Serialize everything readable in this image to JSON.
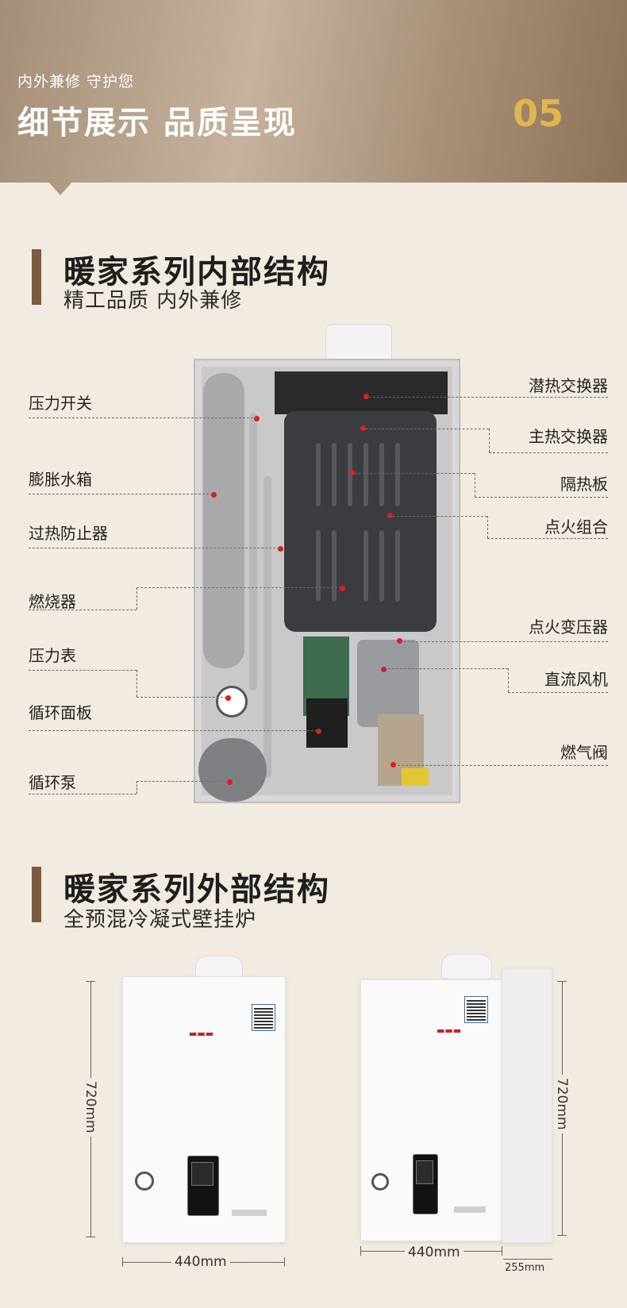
{
  "header": {
    "subtitle": "内外兼修 守护您",
    "title": "细节展示 品质呈现",
    "number": "05"
  },
  "internal": {
    "title": "暖家系列内部结构",
    "subtitle": "精工品质 内外兼修",
    "left_labels": [
      "压力开关",
      "膨胀水箱",
      "过热防止器",
      "燃烧器",
      "压力表",
      "循环面板",
      "循环泵"
    ],
    "right_labels": [
      "潜热交换器",
      "主热交换器",
      "隔热板",
      "点火组合",
      "点火变压器",
      "直流风机",
      "燃气阀"
    ]
  },
  "external": {
    "title": "暖家系列外部结构",
    "subtitle": "全预混冷凝式壁挂炉",
    "height_left": "720mm",
    "width_left": "440mm",
    "height_right": "720mm",
    "width_right": "440mm",
    "depth_right": "255mm"
  },
  "colors": {
    "accent_bar": "#7a5a40",
    "number": "#e0b64c",
    "marker": "#e31a1a"
  }
}
